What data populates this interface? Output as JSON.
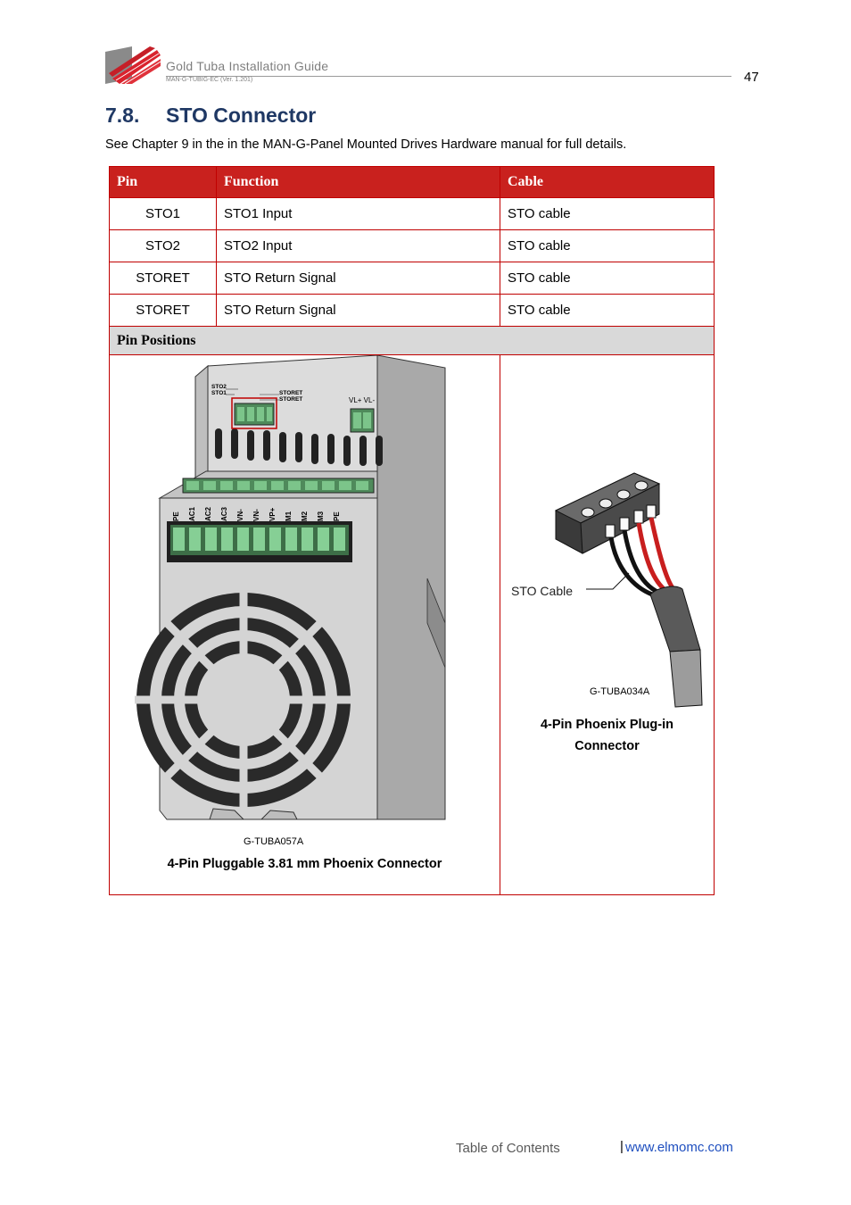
{
  "header": {
    "title": "Gold Tuba Installation Guide",
    "doc_id": "MAN-G-TUBIG-EC (Ver. 1.201)",
    "page_number": "47",
    "logo_colors": {
      "red": "#d9232d",
      "grey": "#7a7a7a"
    }
  },
  "section": {
    "number": "7.8.",
    "title": "STO Connector",
    "intro": "See Chapter 9 in the in the MAN-G-Panel Mounted Drives Hardware manual for full details."
  },
  "table": {
    "headers": [
      "Pin",
      "Function",
      "Cable"
    ],
    "rows": [
      [
        "STO1",
        "STO1 Input",
        "STO cable"
      ],
      [
        "STO2",
        "STO2 Input",
        "STO cable"
      ],
      [
        "STORET",
        "STO Return Signal",
        "STO cable"
      ],
      [
        "STORET",
        "STO Return Signal",
        "STO cable"
      ]
    ],
    "pin_positions_label": "Pin Positions",
    "accent_color": "#c9211e"
  },
  "figure_left": {
    "labels": {
      "sto2": "STO2",
      "sto1": "STO1",
      "storet1": "STORET",
      "storet2": "STORET",
      "vl": "VL+ VL-",
      "terminals": [
        "PE",
        "AC1",
        "AC2",
        "AC3",
        "VN-",
        "VN-",
        "VP+",
        "M1",
        "M2",
        "M3",
        "PE"
      ]
    },
    "code": "G-TUBA057A",
    "caption": "4-Pin Pluggable 3.81 mm Phoenix Connector"
  },
  "figure_right": {
    "callout": "STO Cable",
    "code": "G-TUBA034A",
    "caption_line1": "4-Pin Phoenix Plug-in",
    "caption_line2": "Connector"
  },
  "footer": {
    "toc_link": "Table of Contents",
    "separator": "|",
    "url": "www.elmomc.com"
  }
}
